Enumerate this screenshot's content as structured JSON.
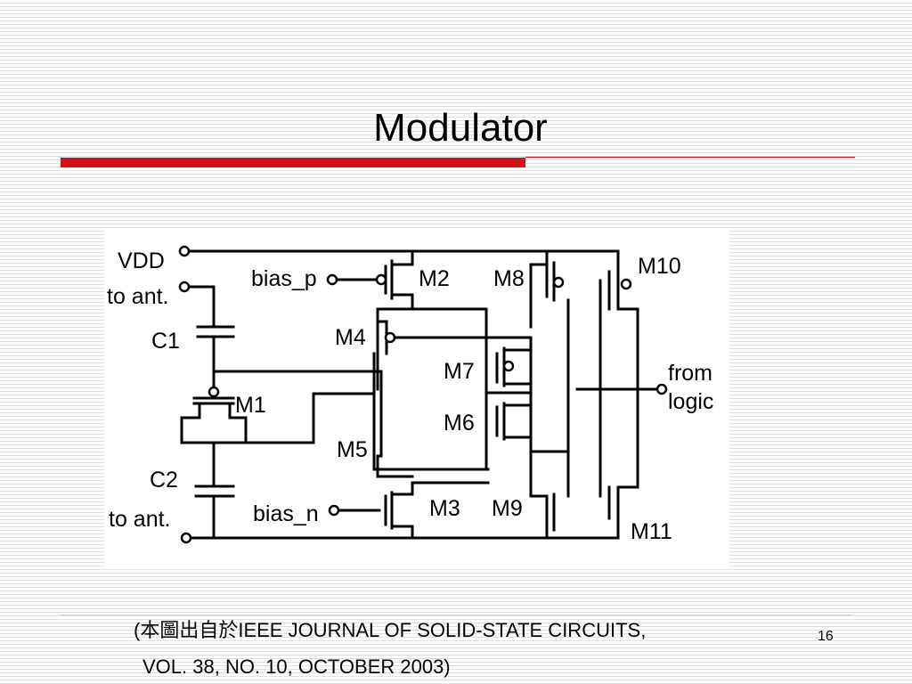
{
  "slide": {
    "title": "Modulator",
    "caption_line1": "(本圖出自於IEEE JOURNAL OF SOLID-STATE CIRCUITS,",
    "caption_line2": "VOL. 38, NO. 10, OCTOBER 2003)",
    "page_number": "16",
    "accent_color": "#d41119"
  },
  "diagram": {
    "labels": {
      "vdd": "VDD",
      "to_ant_top": "to ant.",
      "c1": "C1",
      "m1": "M1",
      "c2": "C2",
      "to_ant_bottom": "to ant.",
      "bias_p": "bias_p",
      "bias_n": "bias_n",
      "m2": "M2",
      "m3": "M3",
      "m4": "M4",
      "m5": "M5",
      "m6": "M6",
      "m7": "M7",
      "m8": "M8",
      "m9": "M9",
      "m10": "M10",
      "m11": "M11",
      "from": "from",
      "logic": "logic"
    }
  }
}
